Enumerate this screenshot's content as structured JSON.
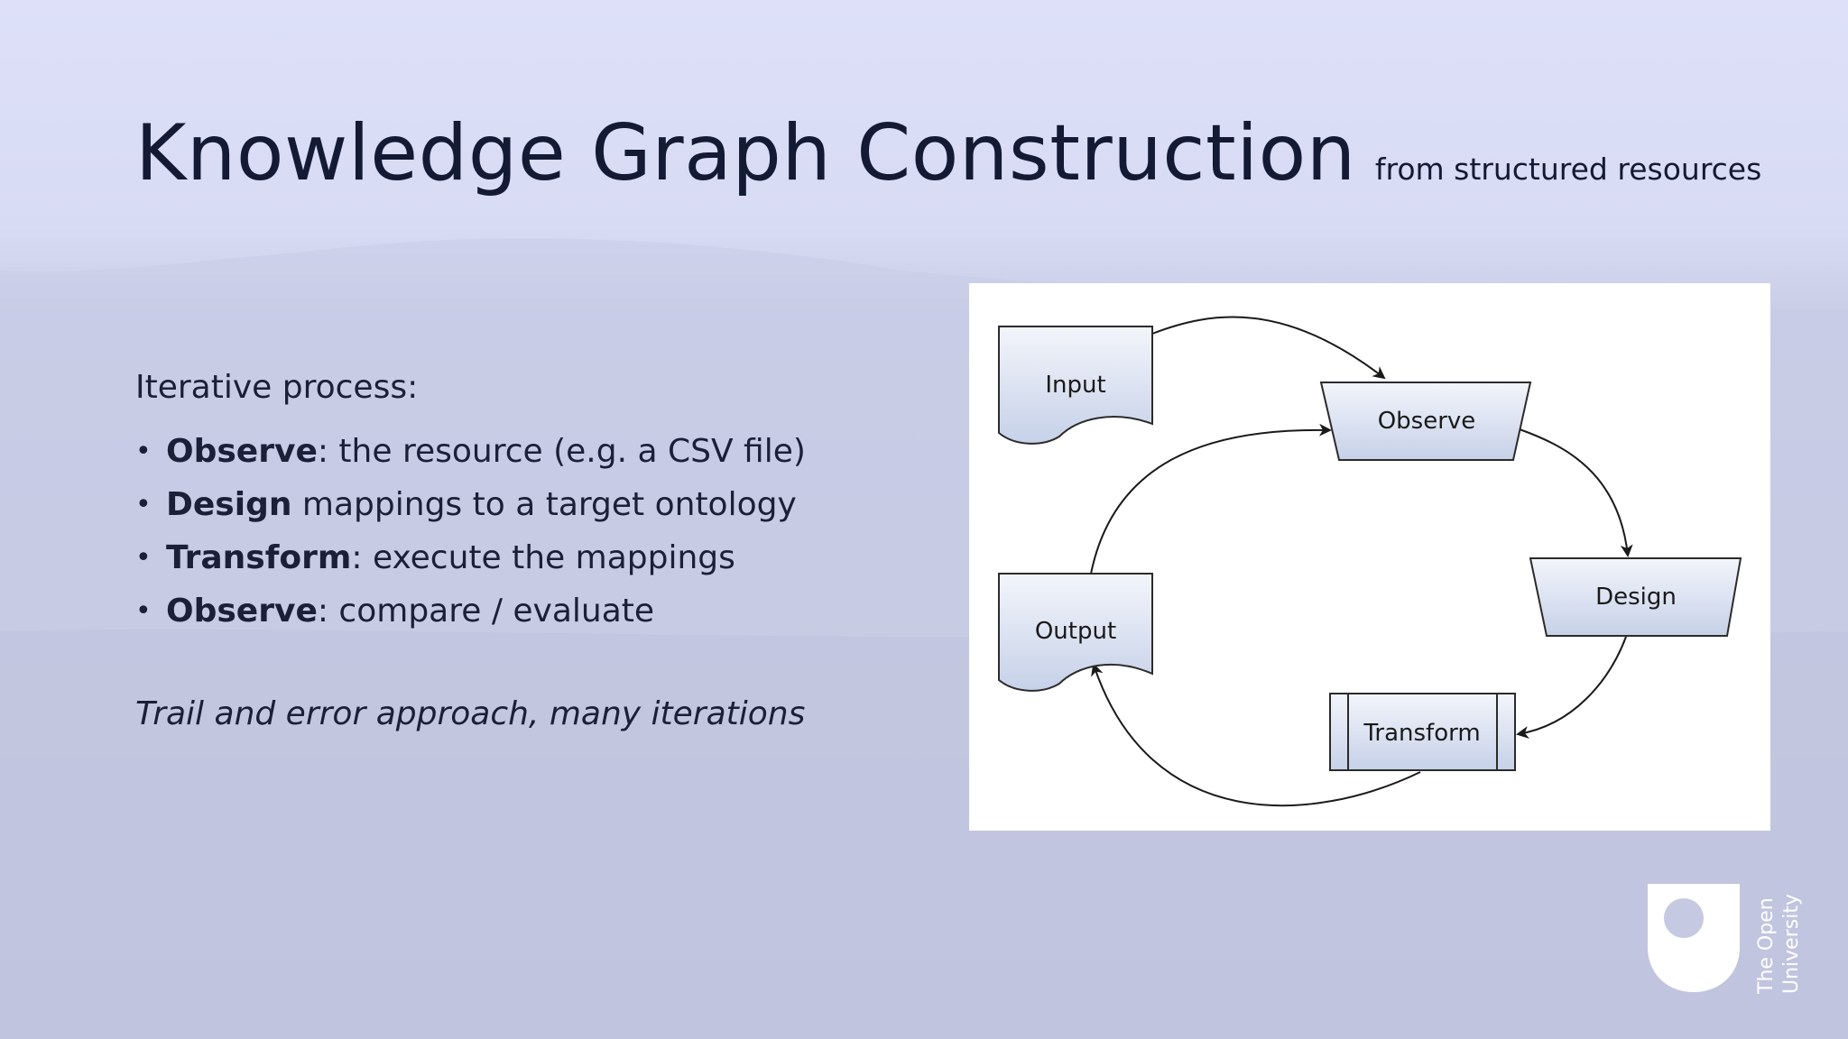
{
  "slide": {
    "title": "Knowledge Graph Construction",
    "subtitle": "from structured resources"
  },
  "content": {
    "intro": "Iterative process:",
    "bullets": [
      {
        "bold": "Observe",
        "rest": ": the resource (e.g. a CSV file)"
      },
      {
        "bold": "Design",
        "rest": " mappings to a target ontology"
      },
      {
        "bold": "Transform",
        "rest": ": execute the mappings"
      },
      {
        "bold": "Observe",
        "rest": ": compare / evaluate"
      }
    ],
    "note": "Trail and error approach, many iterations"
  },
  "diagram": {
    "nodes": {
      "input": "Input",
      "observe": "Observe",
      "design": "Design",
      "transform": "Transform",
      "output": "Output"
    }
  },
  "branding": {
    "logo_line1": "The Open",
    "logo_line2": "University",
    "logo_icon": "open-university-shield-icon"
  },
  "colors": {
    "title": "#141a33",
    "node_fill_top": "#f2f4fb",
    "node_fill_bottom": "#c8d3ea",
    "node_stroke": "#2b2b2b"
  }
}
